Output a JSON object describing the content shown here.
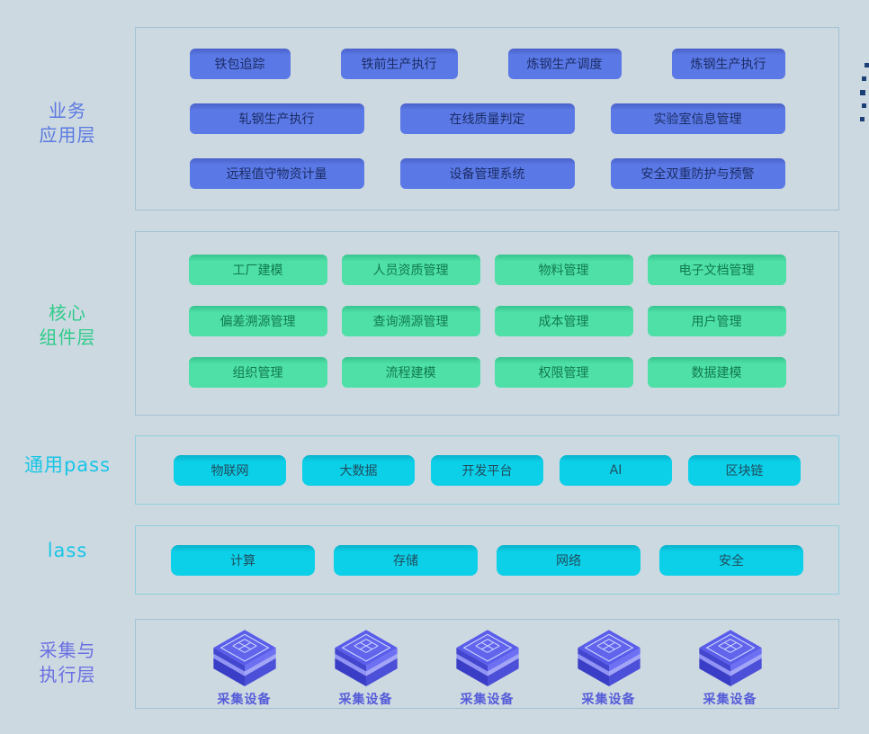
{
  "page": {
    "background_color": "#cdd9e1",
    "accent_colors": {
      "business_blue": "#5b79e6",
      "core_green": "#4ee0a6",
      "cloud_cyan": "#0ccfe8",
      "edge_indigo": "#5a5cea",
      "edge_mark_navy": "#1c3f77"
    }
  },
  "layers": [
    {
      "id": "business",
      "label_lines": [
        "业务",
        "应用层"
      ],
      "rows": [
        [
          "铁包追踪",
          "铁前生产执行",
          "炼钢生产调度",
          "炼钢生产执行"
        ],
        [
          "轧钢生产执行",
          "在线质量判定",
          "实验室信息管理"
        ],
        [
          "远程值守物资计量",
          "设备管理系统",
          "安全双重防护与预警"
        ]
      ]
    },
    {
      "id": "core",
      "label_lines": [
        "核心",
        "组件层"
      ],
      "rows": [
        [
          "工厂建模",
          "人员资质管理",
          "物料管理",
          "电子文档管理"
        ],
        [
          "偏差溯源管理",
          "查询溯源管理",
          "成本管理",
          "用户管理"
        ],
        [
          "组织管理",
          "流程建模",
          "权限管理",
          "数据建模"
        ]
      ]
    },
    {
      "id": "paas",
      "label_lines": [
        "通用pass"
      ],
      "rows": [
        [
          "物联网",
          "大数据",
          "开发平台",
          "AI",
          "区块链"
        ]
      ]
    },
    {
      "id": "iaas",
      "label_lines": [
        "lass"
      ],
      "rows": [
        [
          "计算",
          "存储",
          "网络",
          "安全"
        ]
      ]
    },
    {
      "id": "edge",
      "label_lines": [
        "采集与",
        "执行层"
      ],
      "devices": [
        "采集设备",
        "采集设备",
        "采集设备",
        "采集设备",
        "采集设备"
      ]
    }
  ]
}
